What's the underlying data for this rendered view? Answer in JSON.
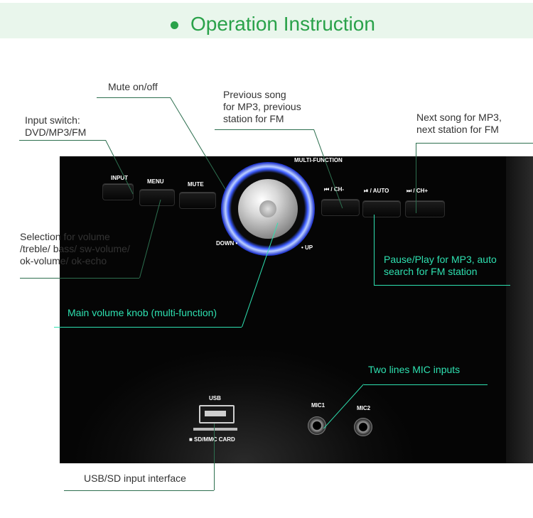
{
  "header": {
    "title": "Operation Instruction",
    "accent_color": "#2aa24a",
    "background_color": "#e9f6ec"
  },
  "panel": {
    "button_labels": {
      "input": "INPUT",
      "menu": "MENU",
      "mute": "MUTE",
      "multi_function": "MULTI-FUNCTION",
      "prev": "⏮ / CH-",
      "play": "⏯ / AUTO",
      "next": "⏭ / CH+",
      "down": "DOWN •",
      "up": "• UP",
      "usb": "USB",
      "sd": "■ SD/MMC CARD",
      "mic1": "MIC1",
      "mic2": "MIC2"
    },
    "knob_ring_color": "#3b5bff"
  },
  "annotations": {
    "mute": "Mute on/off",
    "prev_line1": "Previous song",
    "prev_line2": "for MP3, previous",
    "prev_line3": "station for FM",
    "input_line1": "Input switch:",
    "input_line2": "DVD/MP3/FM",
    "next_line1": "Next song for MP3,",
    "next_line2": "next station for FM",
    "selection_line1": "Selection for volume",
    "selection_line2": "/treble/ bass/ sw-volume/",
    "selection_line3": "ok-volume/ ok-echo",
    "pause_line1": "Pause/Play for MP3, auto",
    "pause_line2": "search for FM station",
    "knob": "Main volume knob (multi-function)",
    "mic": "Two lines MIC inputs",
    "usb_sd": "USB/SD input interface"
  },
  "colors": {
    "label_dark": "#333333",
    "label_light": "#2ee0b0",
    "leader_line": "#2d6f4f"
  }
}
